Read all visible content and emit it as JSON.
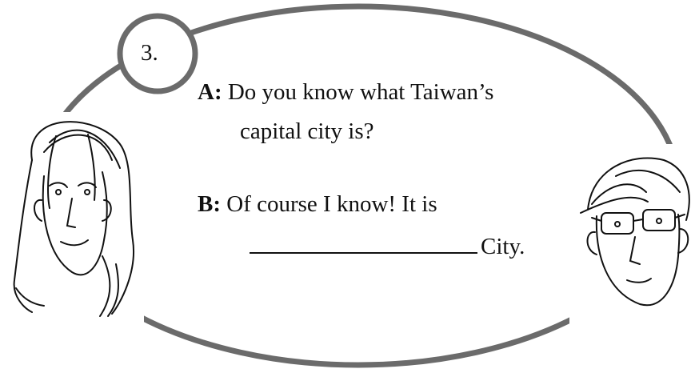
{
  "problem": {
    "number": "3."
  },
  "dialogue": {
    "a_label": "A:",
    "a_line1": "Do you know what Taiwan’s",
    "a_line2": "capital city is?",
    "b_label": "B:",
    "b_line1": "Of course I know! It is",
    "b_suffix": "City."
  },
  "colors": {
    "bubble_stroke": "#6b6b6b",
    "text": "#111111"
  },
  "icons": {
    "left_character": "woman-face-icon",
    "right_character": "man-with-glasses-face-icon"
  }
}
